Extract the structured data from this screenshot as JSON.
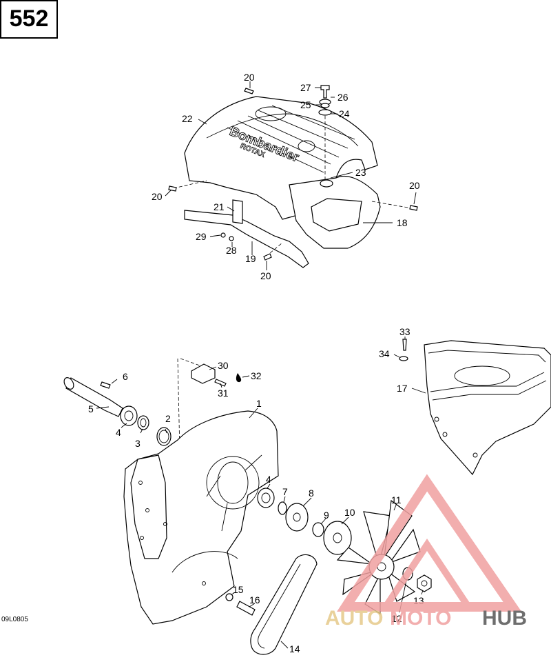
{
  "page_number": "552",
  "drawing_code": "09L0805",
  "cover_emboss": {
    "line1": "Bombardier",
    "line2": "ROTAX"
  },
  "callouts": {
    "c1": "1",
    "c2": "2",
    "c3": "3",
    "c4a": "4",
    "c4b": "4",
    "c5": "5",
    "c6": "6",
    "c7": "7",
    "c8": "8",
    "c9": "9",
    "c10": "10",
    "c11": "11",
    "c12": "12",
    "c13": "13",
    "c14": "14",
    "c15": "15",
    "c16": "16",
    "c17": "17",
    "c18": "18",
    "c19": "19",
    "c20a": "20",
    "c20b": "20",
    "c20c": "20",
    "c20d": "20",
    "c21": "21",
    "c22": "22",
    "c23": "23",
    "c24": "24",
    "c25": "25",
    "c26": "26",
    "c27": "27",
    "c28": "28",
    "c29": "29",
    "c30": "30",
    "c31": "31",
    "c32": "32",
    "c33": "33",
    "c34": "34"
  },
  "watermark": {
    "part1": "AUTO",
    "part2": "MOTO",
    "part3": "HUB",
    "color_primary": "#f0a0a0",
    "color_secondary": "#e6c98a",
    "color_dark": "#555555"
  }
}
